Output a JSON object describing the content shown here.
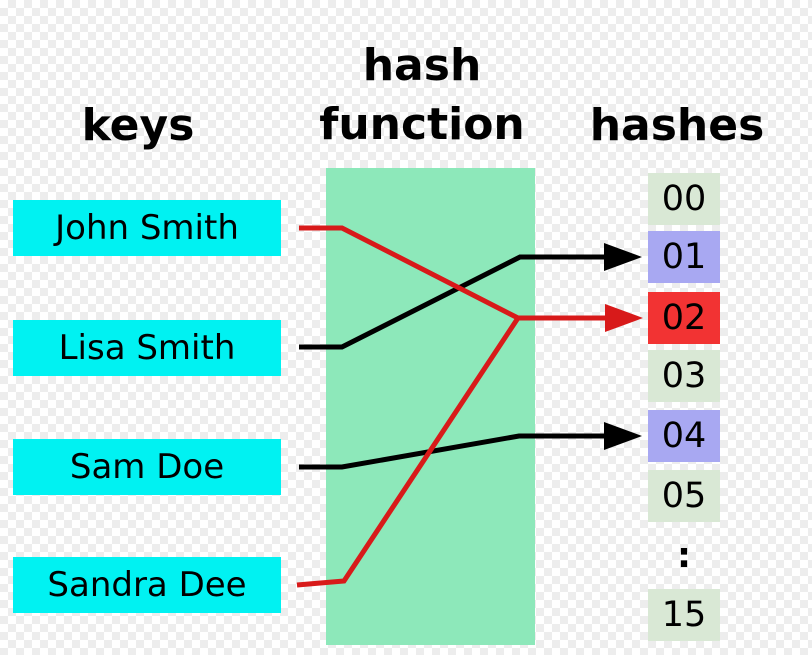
{
  "headings": {
    "keys": "keys",
    "hash_function": "hash\nfunction",
    "hashes": "hashes"
  },
  "keys": {
    "items": [
      {
        "label": "John Smith"
      },
      {
        "label": "Lisa Smith"
      },
      {
        "label": "Sam Doe"
      },
      {
        "label": "Sandra Dee"
      }
    ]
  },
  "hashes": {
    "cells": [
      {
        "label": "00",
        "bg": "#d9e8d5"
      },
      {
        "label": "01",
        "bg": "#a8a8f2"
      },
      {
        "label": "02",
        "bg": "#f23333"
      },
      {
        "label": "03",
        "bg": "#d9e8d5"
      },
      {
        "label": "04",
        "bg": "#a8a8f2"
      },
      {
        "label": "05",
        "bg": "#d9e8d5"
      },
      {
        "label": ":",
        "bg": "transparent"
      },
      {
        "label": "15",
        "bg": "#d9e8d5"
      }
    ]
  },
  "connections": [
    {
      "from": "John Smith",
      "to": "02",
      "color": "red"
    },
    {
      "from": "Lisa Smith",
      "to": "01",
      "color": "black"
    },
    {
      "from": "Sam Doe",
      "to": "04",
      "color": "black"
    },
    {
      "from": "Sandra Dee",
      "to": "02",
      "color": "red"
    }
  ],
  "colors": {
    "key_bg": "#00f2f2",
    "function_bg": "#8de8ba",
    "cell_green": "#d9e8d5",
    "cell_blue": "#a8a8f2",
    "cell_red": "#f23333",
    "line_red": "#d81a1a",
    "line_black": "#000000",
    "text": "#000000",
    "checker": "#ededed"
  }
}
